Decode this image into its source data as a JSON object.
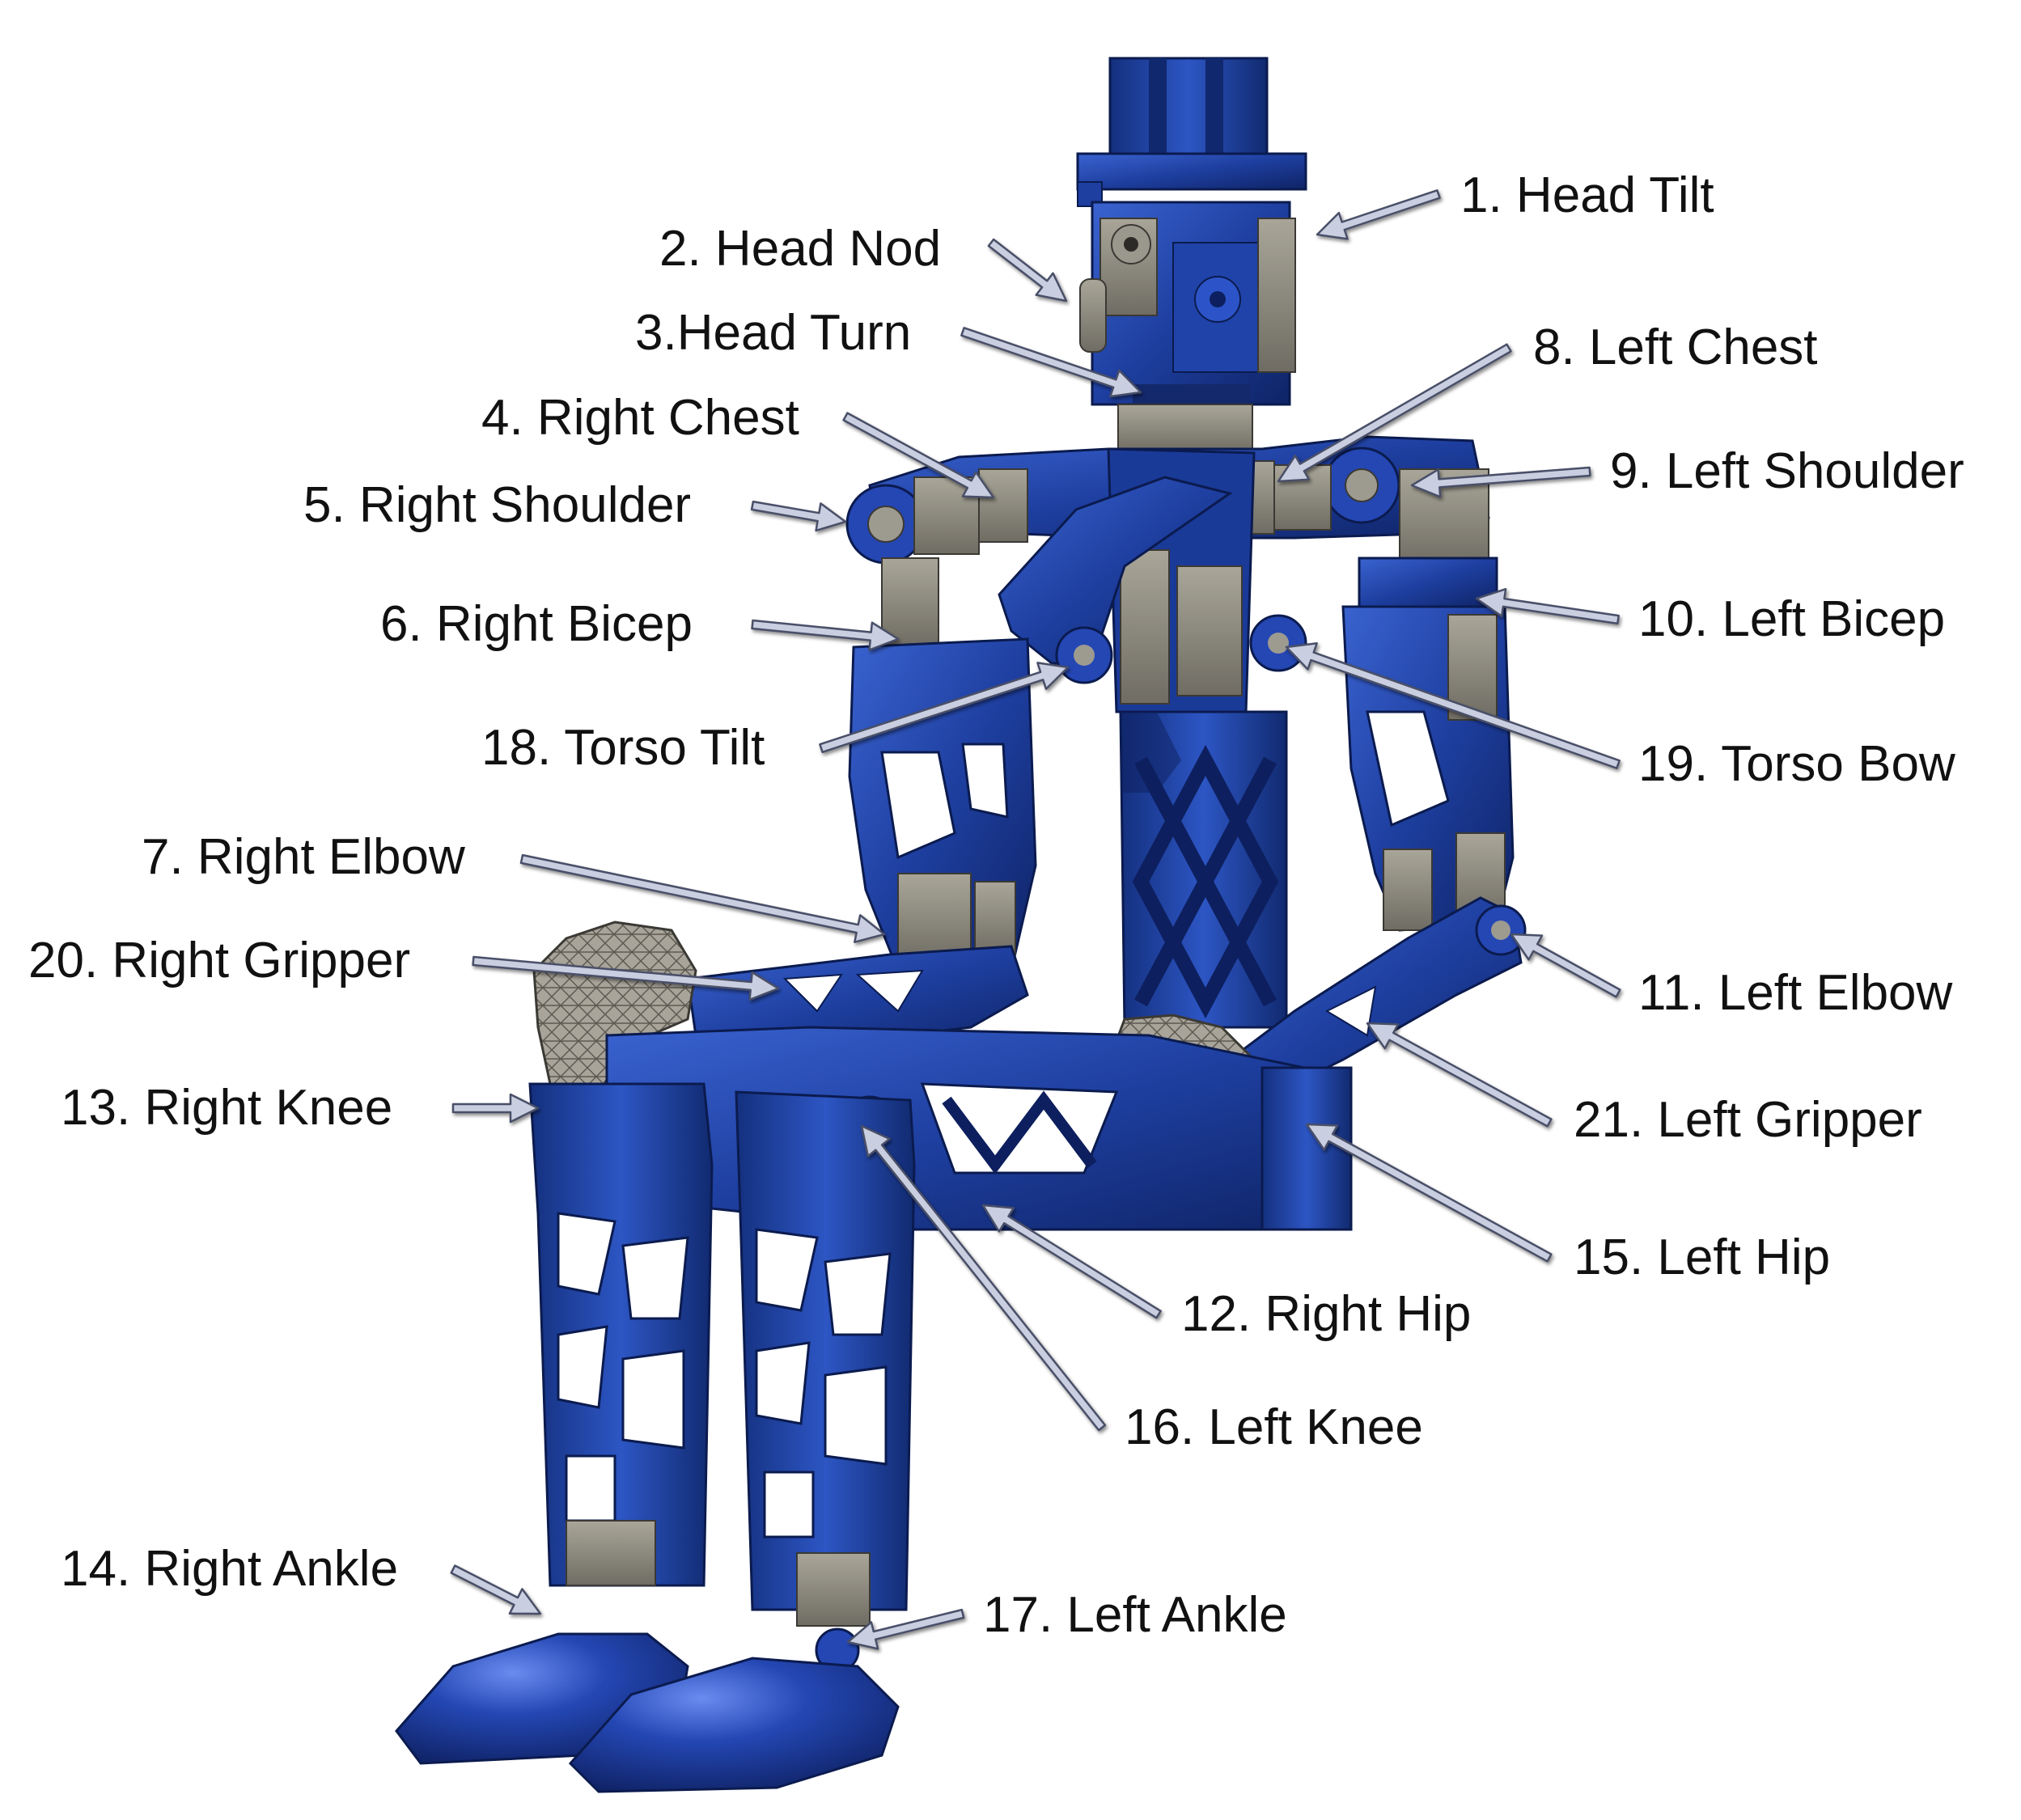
{
  "diagram": {
    "joints": [
      {
        "id": 1,
        "label": "1. Head Tilt"
      },
      {
        "id": 2,
        "label": "2. Head Nod"
      },
      {
        "id": 3,
        "label": "3.Head Turn"
      },
      {
        "id": 4,
        "label": "4. Right Chest"
      },
      {
        "id": 5,
        "label": "5. Right Shoulder"
      },
      {
        "id": 6,
        "label": "6. Right Bicep"
      },
      {
        "id": 7,
        "label": "7. Right Elbow"
      },
      {
        "id": 8,
        "label": "8. Left Chest"
      },
      {
        "id": 9,
        "label": "9. Left Shoulder"
      },
      {
        "id": 10,
        "label": "10. Left Bicep"
      },
      {
        "id": 11,
        "label": "11. Left Elbow"
      },
      {
        "id": 12,
        "label": "12. Right Hip"
      },
      {
        "id": 13,
        "label": "13. Right Knee"
      },
      {
        "id": 14,
        "label": "14. Right Ankle"
      },
      {
        "id": 15,
        "label": "15. Left Hip"
      },
      {
        "id": 16,
        "label": "16. Left Knee"
      },
      {
        "id": 17,
        "label": "17. Left Ankle"
      },
      {
        "id": 18,
        "label": "18. Torso Tilt"
      },
      {
        "id": 19,
        "label": "19. Torso Bow"
      },
      {
        "id": 20,
        "label": "20. Right Gripper"
      },
      {
        "id": 21,
        "label": "21. Left Gripper"
      }
    ],
    "colors": {
      "robot": "#1e3fa0",
      "servo": "#8d8a80",
      "arrow": "#c9cfe0",
      "text": "#111111"
    }
  }
}
